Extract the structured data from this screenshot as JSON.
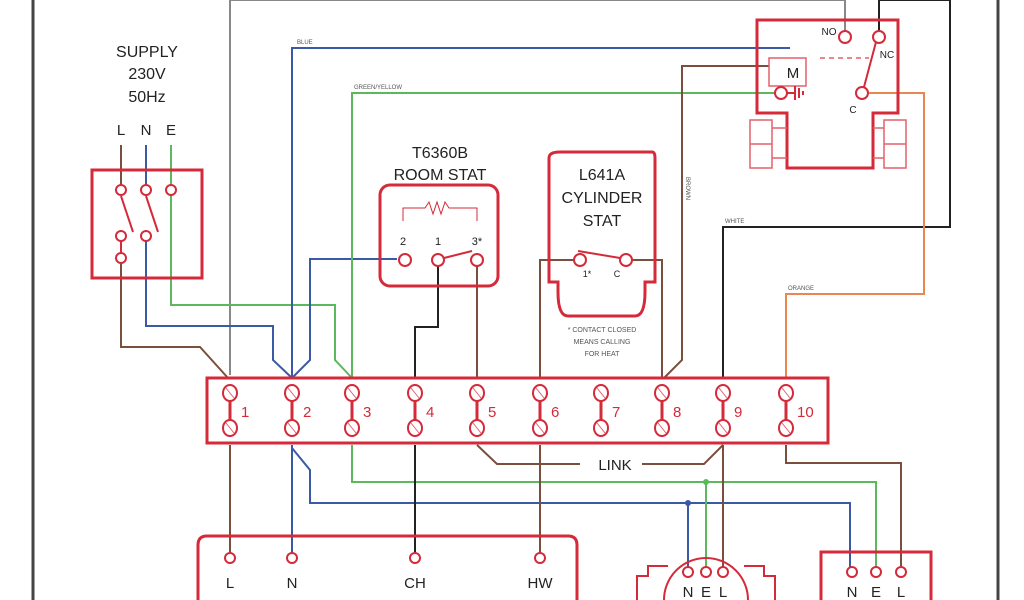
{
  "supply": {
    "title": "SUPPLY",
    "voltage": "230V",
    "frequency": "50Hz",
    "terminals": [
      "L",
      "N",
      "E"
    ]
  },
  "wire_labels": {
    "blue": "BLUE",
    "green_yellow": "GREEN/YELLOW",
    "brown": "BROWN",
    "white": "WHITE",
    "orange": "ORANGE"
  },
  "room_stat": {
    "model": "T6360B",
    "name": "ROOM STAT",
    "terminals": [
      "2",
      "1",
      "3*"
    ]
  },
  "cylinder_stat": {
    "model": "L641A",
    "name_line1": "CYLINDER",
    "name_line2": "STAT",
    "terminals": [
      "1*",
      "C"
    ],
    "note": [
      "* CONTACT CLOSED",
      "MEANS CALLING",
      "FOR HEAT"
    ]
  },
  "zone_valve": {
    "motor": "M",
    "terminals": {
      "no": "NO",
      "nc": "NC",
      "c": "C"
    }
  },
  "terminal_strip": {
    "numbers": [
      "1",
      "2",
      "3",
      "4",
      "5",
      "6",
      "7",
      "8",
      "9",
      "10"
    ],
    "link_label": "LINK"
  },
  "programmer": {
    "terminals": [
      "L",
      "N",
      "CH",
      "HW"
    ]
  },
  "pump": {
    "terminals": [
      "N",
      "E",
      "L"
    ]
  },
  "boiler": {
    "terminals": [
      "N",
      "E",
      "L"
    ]
  },
  "colors": {
    "red": "#d42a3a",
    "blue": "#3b5aa6",
    "green": "#5cb85c",
    "brown": "#7a4f3e",
    "black": "#222222",
    "gray": "#888888",
    "orange": "#e8874f"
  }
}
